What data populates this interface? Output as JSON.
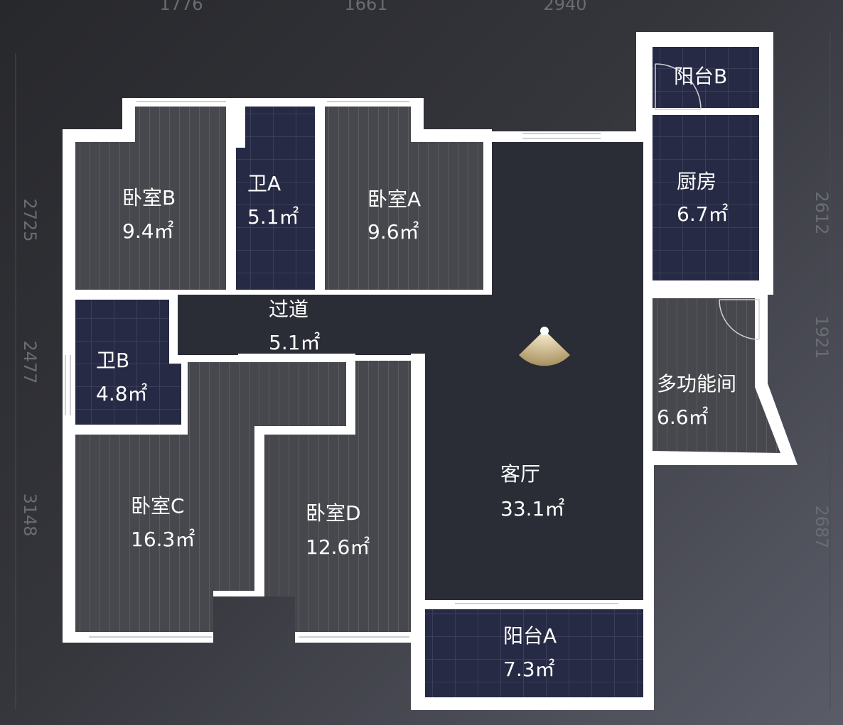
{
  "dimensions": {
    "top": [
      "1776",
      "1661",
      "2940"
    ],
    "left": [
      "2725",
      "2477",
      "3148"
    ],
    "right": [
      "2612",
      "1921",
      "2687"
    ]
  },
  "rooms": [
    {
      "name": "卧室B",
      "area": "9.4㎡",
      "floor": "wood"
    },
    {
      "name": "卫A",
      "area": "5.1㎡",
      "floor": "tile"
    },
    {
      "name": "卧室A",
      "area": "9.6㎡",
      "floor": "wood"
    },
    {
      "name": "厨房",
      "area": "6.7㎡",
      "floor": "tile"
    },
    {
      "name": "阳台B",
      "area": "",
      "floor": "tile"
    },
    {
      "name": "过道",
      "area": "5.1㎡",
      "floor": "plain"
    },
    {
      "name": "卫B",
      "area": "4.8㎡",
      "floor": "tile"
    },
    {
      "name": "多功能间",
      "area": "6.6㎡",
      "floor": "wood"
    },
    {
      "name": "客厅",
      "area": "33.1㎡",
      "floor": "plain"
    },
    {
      "name": "卧室C",
      "area": "16.3㎡",
      "floor": "wood"
    },
    {
      "name": "卧室D",
      "area": "12.6㎡",
      "floor": "wood"
    },
    {
      "name": "阳台A",
      "area": "7.3㎡",
      "floor": "tile"
    }
  ],
  "icons": {
    "viewpoint": "camera-view-cone-icon"
  },
  "colors": {
    "wall": "#ffffff",
    "wood": "#47484d",
    "tile": "#262a44",
    "plain": "#2a2d36",
    "viewpoint": "#c9b48a"
  }
}
